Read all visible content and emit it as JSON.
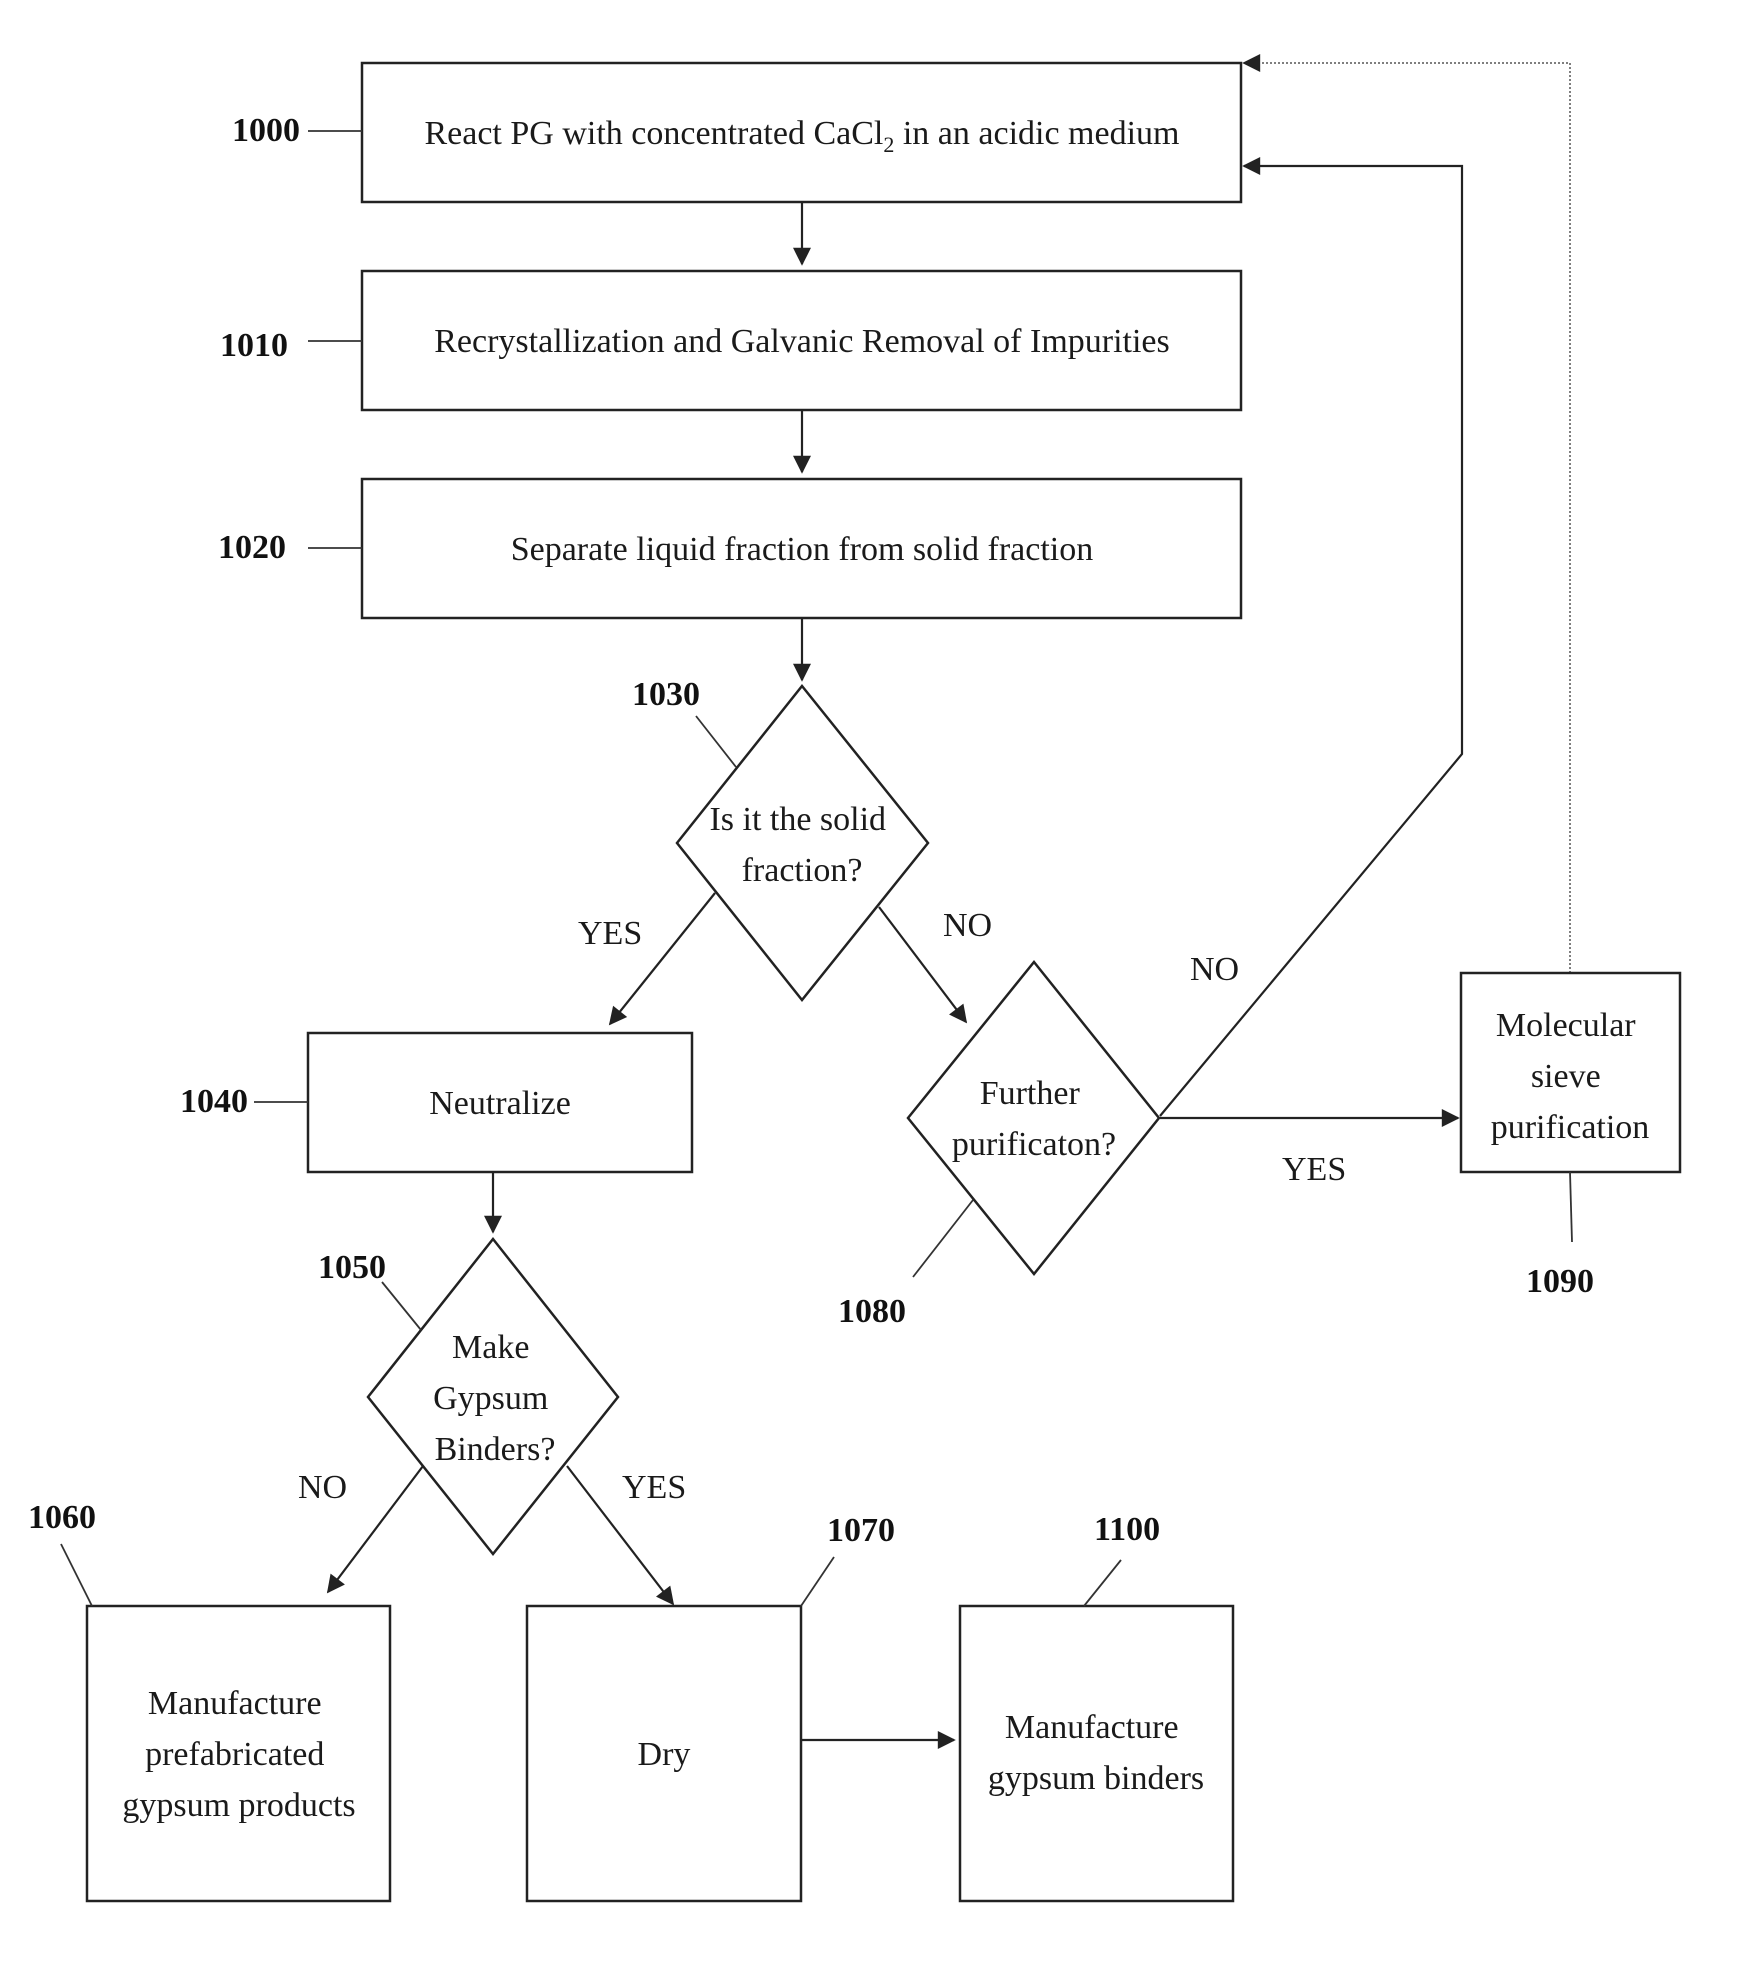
{
  "steps": {
    "s1000": {
      "id": "1000",
      "text": "React PG with concentrated CaCl",
      "sub": "2",
      "text_after": " in an acidic medium"
    },
    "s1010": {
      "id": "1010",
      "text": "Recrystallization and Galvanic Removal of Impurities"
    },
    "s1020": {
      "id": "1020",
      "text": "Separate liquid fraction from solid fraction"
    },
    "s1030": {
      "id": "1030",
      "lines": [
        "Is it the solid",
        "fraction?"
      ]
    },
    "s1040": {
      "id": "1040",
      "text": "Neutralize"
    },
    "s1050": {
      "id": "1050",
      "lines": [
        "Make",
        "Gypsum",
        "Binders?"
      ]
    },
    "s1060": {
      "id": "1060",
      "lines": [
        "Manufacture",
        "prefabricated",
        "gypsum products"
      ]
    },
    "s1070": {
      "id": "1070",
      "text": "Dry"
    },
    "s1080": {
      "id": "1080",
      "lines": [
        "Further",
        "purificaton?"
      ]
    },
    "s1090": {
      "id": "1090",
      "lines": [
        "Molecular",
        "sieve",
        "purification"
      ]
    },
    "s1100": {
      "id": "1100",
      "lines": [
        "Manufacture",
        "gypsum binders"
      ]
    }
  },
  "edge_labels": {
    "e1030_yes": "YES",
    "e1030_no": "NO",
    "e1080_no": "NO",
    "e1080_yes": "YES",
    "e1050_no": "NO",
    "e1050_yes": "YES"
  }
}
